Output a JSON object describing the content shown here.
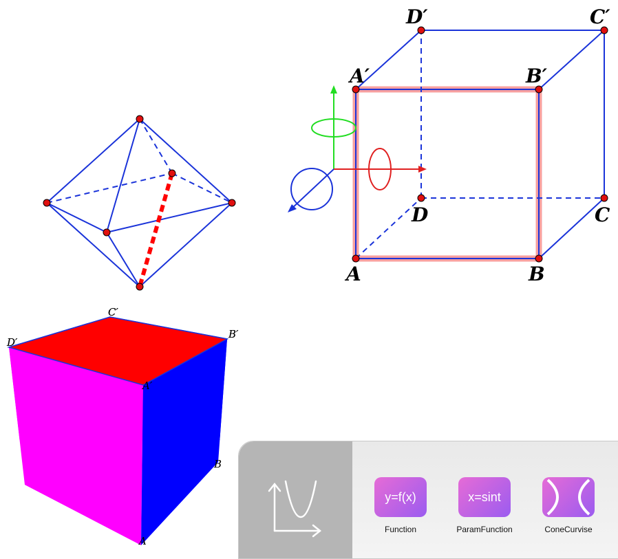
{
  "cube_right": {
    "labels": {
      "A": "A",
      "B": "B",
      "C": "C",
      "D": "D",
      "A1": "A′",
      "B1": "B′",
      "C1": "C′",
      "D1": "D′"
    }
  },
  "cube_solid": {
    "labels": {
      "A": "A",
      "B": "B",
      "A1": "A′",
      "B1": "B′",
      "C1": "C′",
      "D1": "D′"
    },
    "colors": {
      "top": "#ff0000",
      "front": "#ff00ff",
      "side": "#0000ff"
    }
  },
  "colors": {
    "edge": "#1a33d9",
    "vertex": "#e01010",
    "highlight": "#f7a0a0",
    "axis_x": "#e02020",
    "axis_y": "#22dd22",
    "axis_z": "#1a33d9",
    "dashed_red": "#ff0000"
  },
  "toolbar": {
    "tools": [
      {
        "icon_text": "y=f(x)",
        "label": "Function"
      },
      {
        "icon_text": "x=sint",
        "label": "ParamFunction"
      },
      {
        "icon_text": "",
        "icon": "conic-curves-icon",
        "label": "ConeCurvise"
      }
    ],
    "category_icon": "function-graph-icon"
  }
}
